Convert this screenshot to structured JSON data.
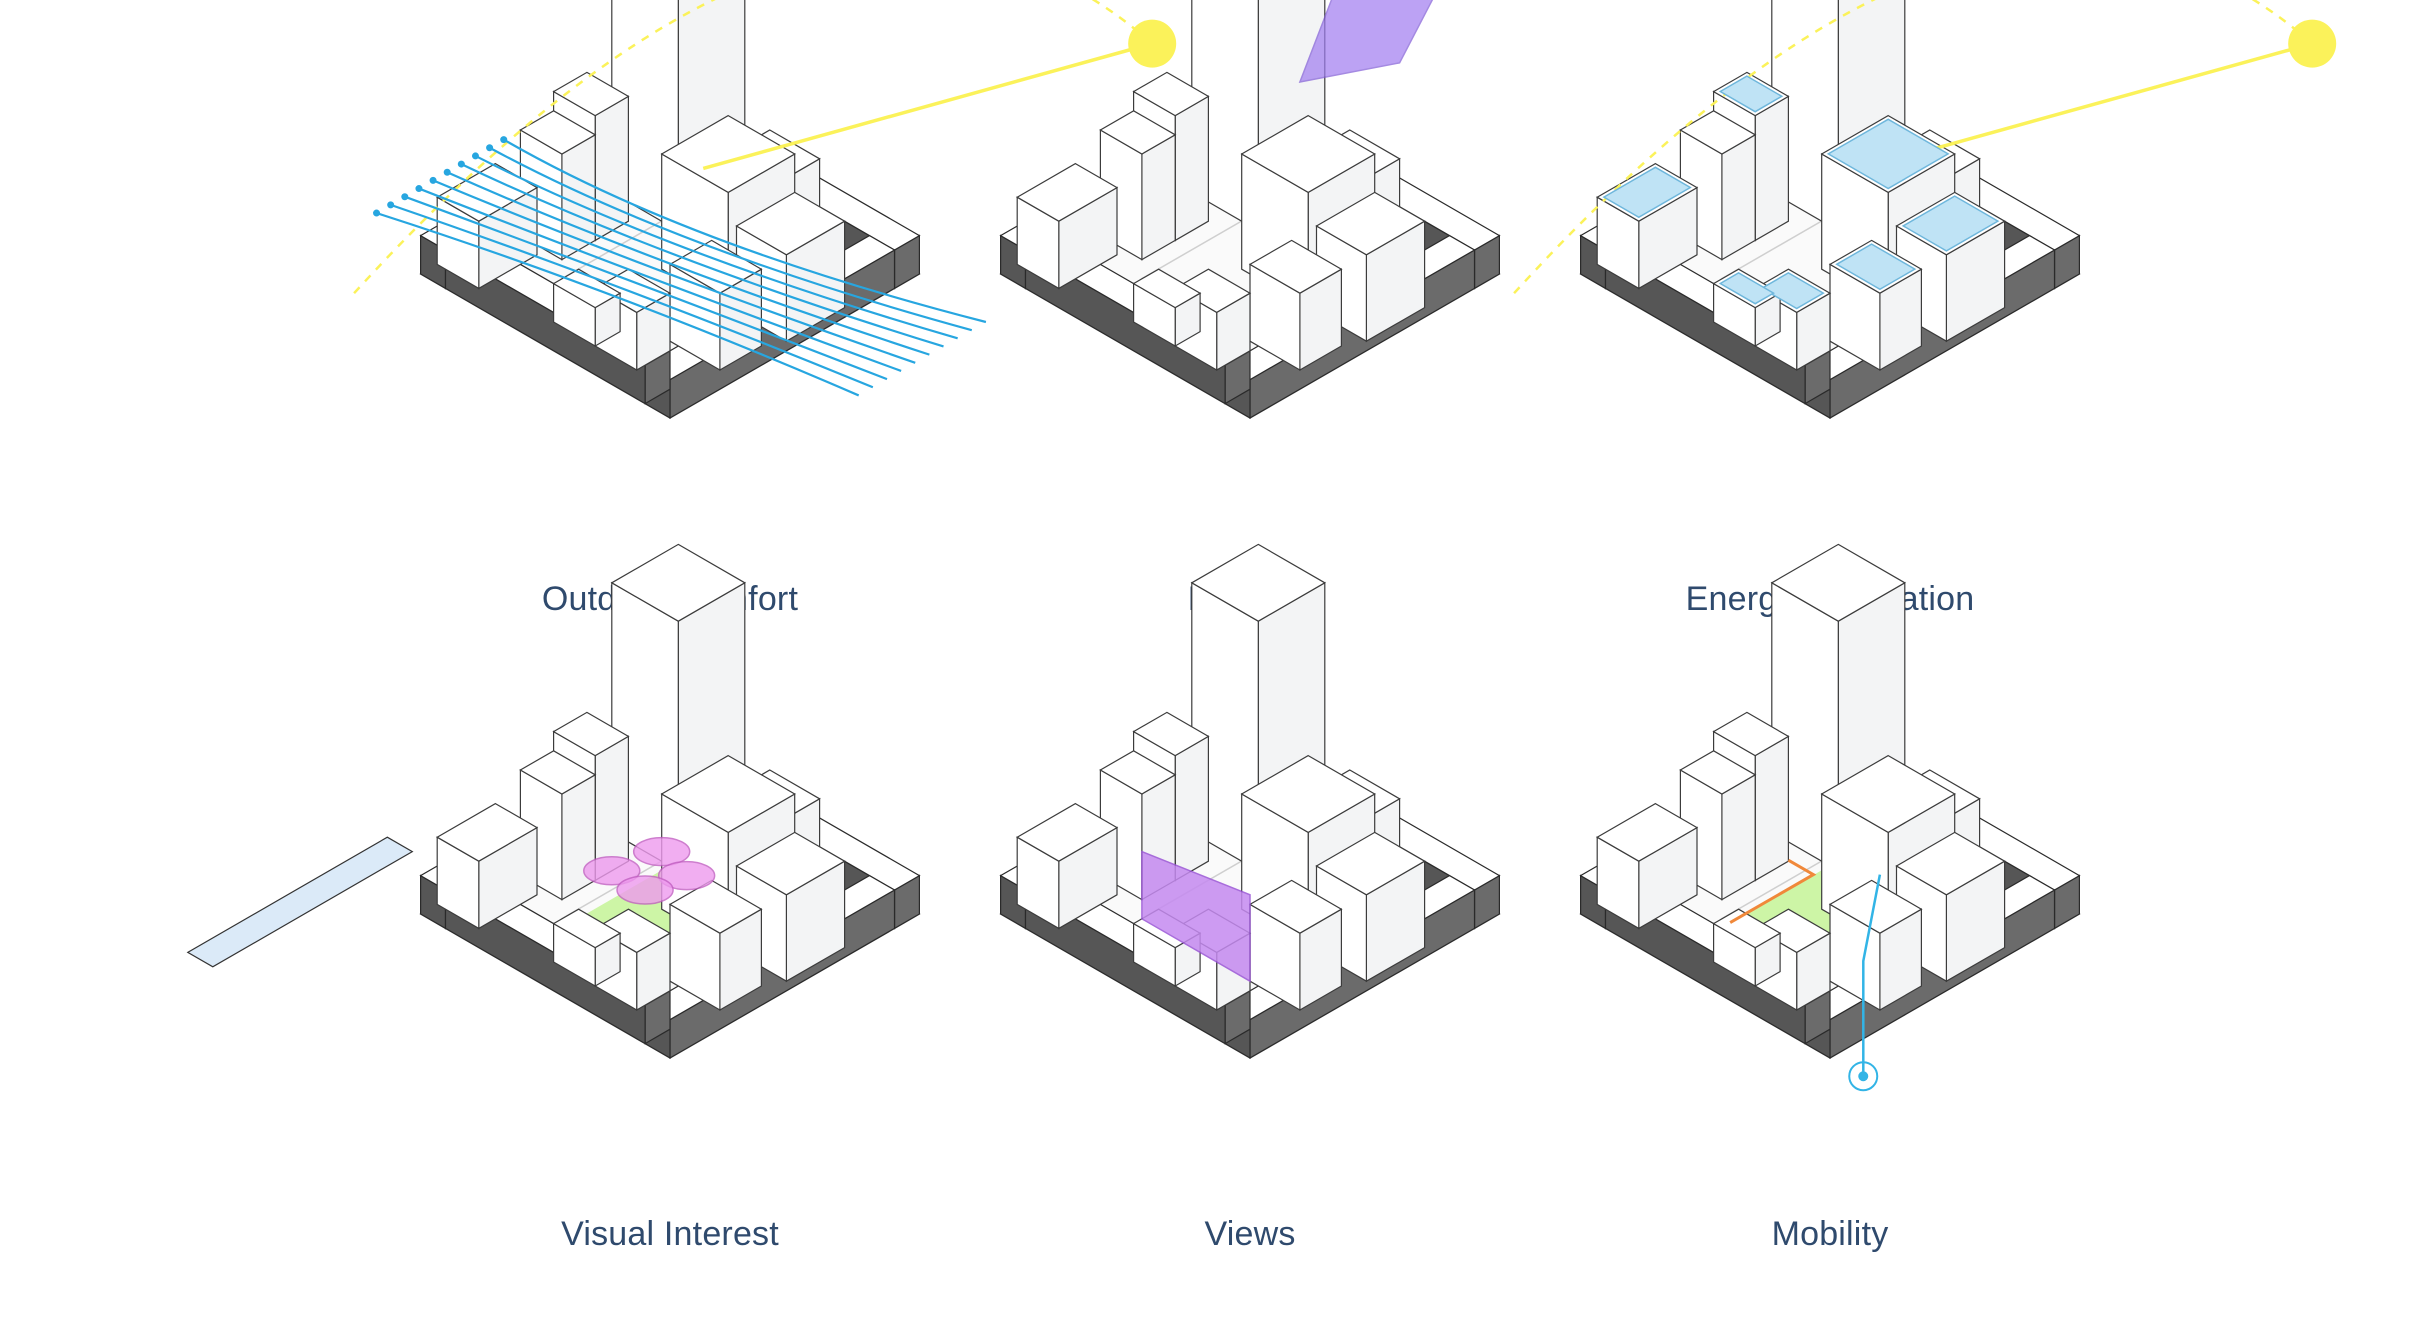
{
  "panels": [
    {
      "label": "Outdoor Comfort",
      "icon": "wind-flow-icon"
    },
    {
      "label": "Daylight",
      "icon": "daylight-sky-dome-icon"
    },
    {
      "label": "Energy Generation",
      "icon": "solar-panel-icon"
    },
    {
      "label": "Visual Interest",
      "icon": "visual-interest-icon"
    },
    {
      "label": "Views",
      "icon": "view-plane-icon"
    },
    {
      "label": "Mobility",
      "icon": "mobility-path-icon"
    }
  ],
  "colors": {
    "caption": "#2f4a6d",
    "wind": "#27a6e0",
    "sun": "#fbf25a",
    "daylight": "#a07cf0",
    "solar": "#bfe3f5",
    "visual": "#ee9aee",
    "park": "#cdf5a6",
    "path_orange": "#f0883a",
    "path_blue": "#32b4e6"
  }
}
